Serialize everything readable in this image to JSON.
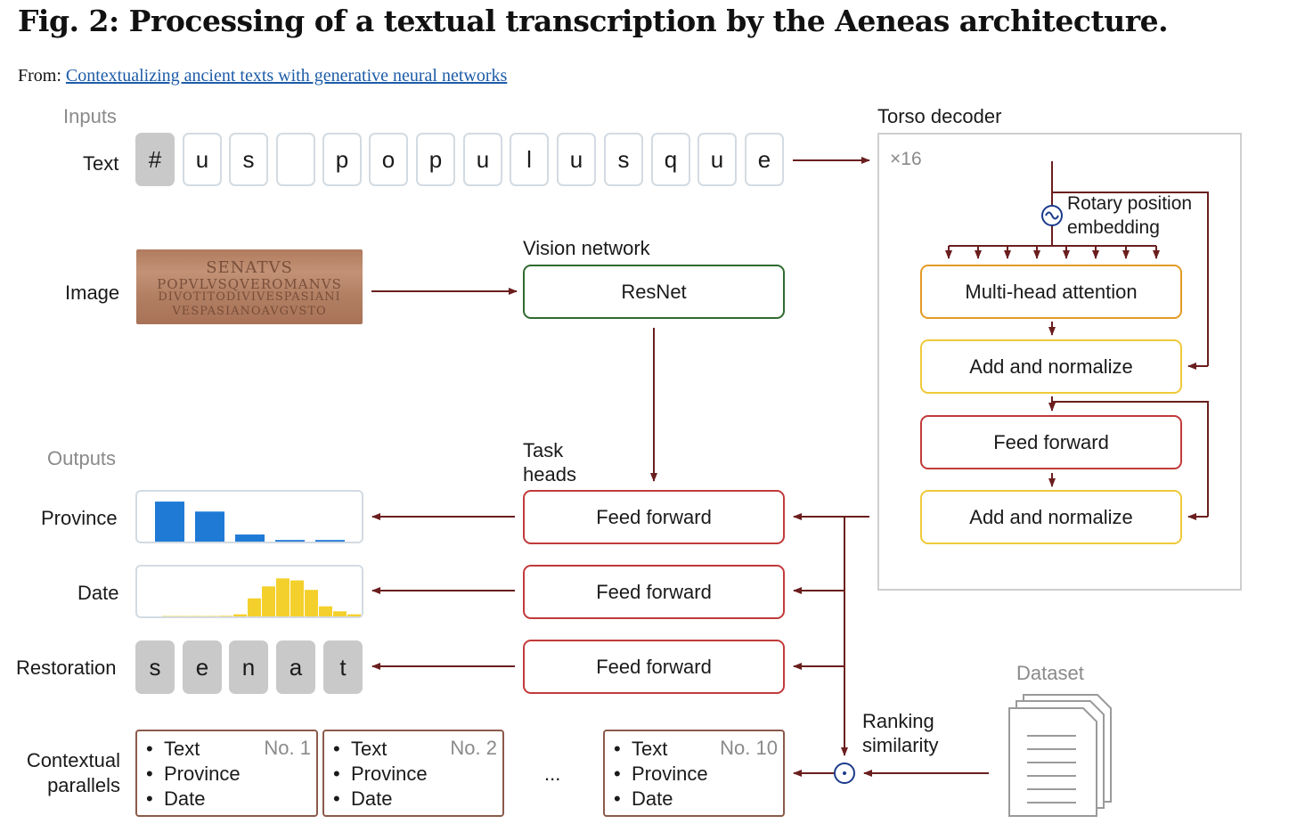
{
  "figure": {
    "title": "Fig. 2: Processing of a textual transcription by the Aeneas architecture.",
    "from_label": "From:",
    "from_link": "Contextualizing ancient texts with generative neural networks"
  },
  "inputs": {
    "heading": "Inputs",
    "text_label": "Text",
    "text_chars": [
      "#",
      "u",
      "s",
      "",
      "p",
      "o",
      "p",
      "u",
      "l",
      "u",
      "s",
      "q",
      "u",
      "e"
    ],
    "image_label": "Image",
    "image_inscription": [
      "SENATVS",
      "POPVLVSQVEROMANVS",
      "DIVOTITODIVIVESPASIANI",
      "VESPASIANOAVGVSTO"
    ]
  },
  "vision": {
    "heading": "Vision network",
    "resnet": "ResNet"
  },
  "task_heads": {
    "heading_line1": "Task",
    "heading_line2": "heads",
    "ff1": "Feed forward",
    "ff2": "Feed forward",
    "ff3": "Feed forward"
  },
  "outputs": {
    "heading": "Outputs",
    "province_label": "Province",
    "date_label": "Date",
    "restoration_label": "Restoration",
    "restoration_chars": [
      "s",
      "e",
      "n",
      "a",
      "t"
    ],
    "contextual_line1": "Contextual",
    "contextual_line2": "parallels",
    "ellipsis": "...",
    "parallels": [
      {
        "items": [
          "Text",
          "Province",
          "Date"
        ],
        "no": "No. 1"
      },
      {
        "items": [
          "Text",
          "Province",
          "Date"
        ],
        "no": "No. 2"
      },
      {
        "items": [
          "Text",
          "Province",
          "Date"
        ],
        "no": "No. 10"
      }
    ]
  },
  "torso": {
    "heading": "Torso decoder",
    "repeat": "×16",
    "rope_line1": "Rotary position",
    "rope_line2": "embedding",
    "mha": "Multi-head attention",
    "addnorm1": "Add and normalize",
    "ff": "Feed forward",
    "addnorm2": "Add and normalize"
  },
  "ranking": {
    "line1": "Ranking",
    "line2": "similarity"
  },
  "dataset": {
    "heading": "Dataset"
  },
  "colors": {
    "arrow": "#6b1e1e",
    "green": "#2f6b2f",
    "red": "#c23a3a",
    "orange": "#e49a25",
    "yellow": "#f0c93a",
    "province_bar": "#1f7ad6",
    "date_bar": "#f4d02c"
  },
  "province_distribution": [
    0.82,
    0.62,
    0.16,
    0.05,
    0.05
  ],
  "date_distribution": [
    0.02,
    0.02,
    0.02,
    0.02,
    0.03,
    0.06,
    0.38,
    0.62,
    0.78,
    0.74,
    0.55,
    0.22,
    0.12,
    0.06
  ]
}
